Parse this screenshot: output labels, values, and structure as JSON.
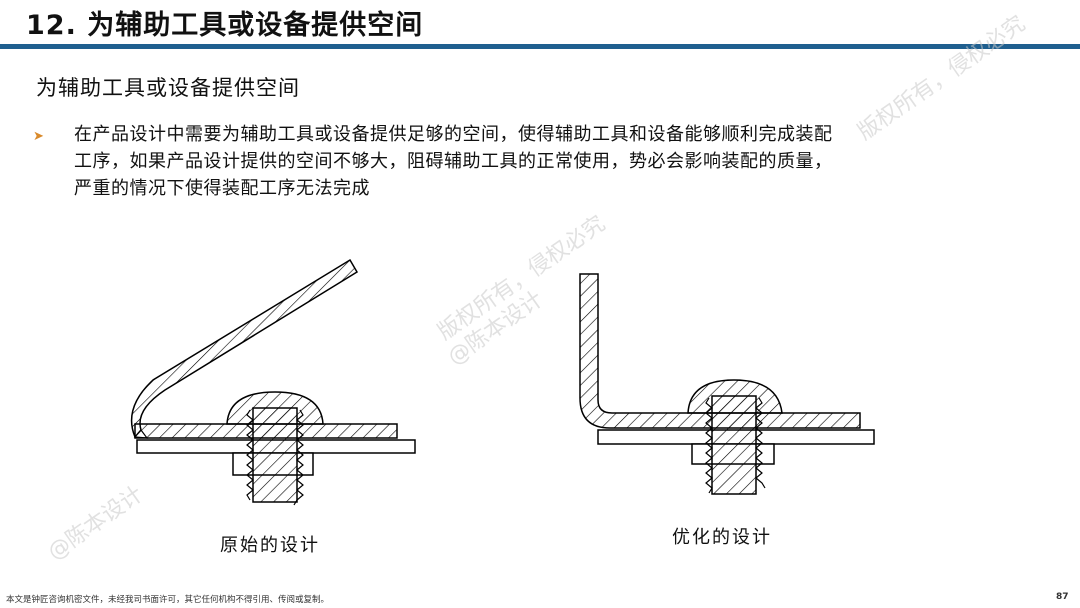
{
  "header": {
    "title": "12. 为辅助工具或设备提供空间"
  },
  "section": {
    "subtitle": "为辅助工具或设备提供空间"
  },
  "bullet": {
    "lines": [
      "在产品设计中需要为辅助工具或设备提供足够的空间，使得辅助工具和设备能够顺利完成装配",
      "工序，如果产品设计提供的空间不够大，阻碍辅助工具的正常使用，势必会影响装配的质量，",
      "严重的情况下使得装配工序无法完成"
    ]
  },
  "figures": {
    "original_caption": "原始的设计",
    "optimized_caption": "优化的设计"
  },
  "footer": {
    "note": "本文是钟匠咨询机密文件，未经我司书面许可，其它任何机构不得引用、传阅或复制。",
    "page_number": "87"
  },
  "watermarks": [
    "版权所有，侵权必究",
    "@陈本设计"
  ],
  "colors": {
    "title_rule": "#1f5f8f",
    "bullet_arrow": "#d98a2b"
  }
}
